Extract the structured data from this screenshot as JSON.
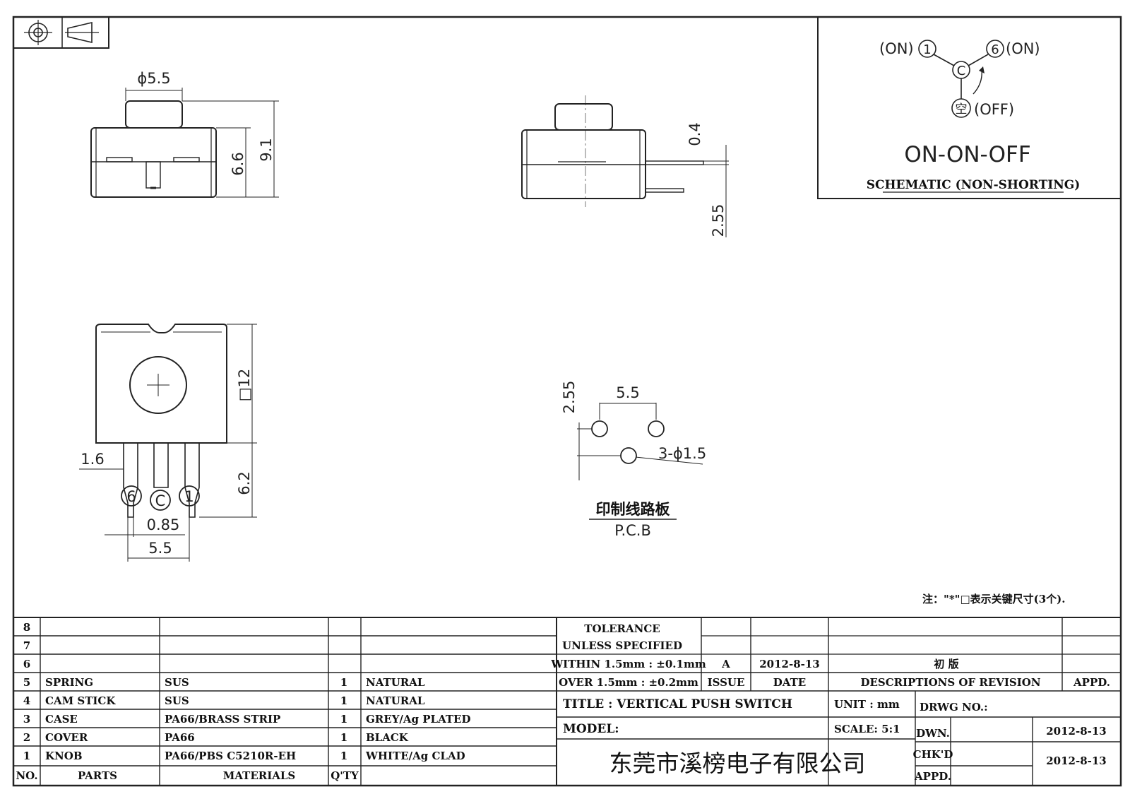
{
  "schematic": {
    "label_on_1": "(ON)",
    "pin_1": "1",
    "pin_6": "6",
    "label_on_6": "(ON)",
    "pin_c": "C",
    "pin_empty": "空",
    "label_off": "(OFF)",
    "mode": "ON-ON-OFF",
    "caption": "SCHEMATIC (NON-SHORTING)"
  },
  "dimensions": {
    "knob_dia": "ϕ5.5",
    "height_total": "9.1",
    "height_body": "6.6",
    "pin_offset": "0.4",
    "pin_height": "2.55",
    "body_square": "□12",
    "pin_len": "6.2",
    "pin_side": "1.6",
    "pin_width": "0.85",
    "pin_pitch": "5.5",
    "pcb_pitch": "5.5",
    "pcb_offset": "2.55",
    "pcb_holes": "3-ϕ1.5"
  },
  "pin_labels": {
    "p6": "6",
    "pc": "C",
    "p1": "1"
  },
  "pcb": {
    "cn": "印制线路板",
    "en": "P.C.B"
  },
  "note": "注：\"*\"□表示关键尺寸(3个).",
  "bom": {
    "rows": [
      {
        "no": "8",
        "part": "",
        "material": "",
        "qty": "",
        "finish": ""
      },
      {
        "no": "7",
        "part": "",
        "material": "",
        "qty": "",
        "finish": ""
      },
      {
        "no": "6",
        "part": "",
        "material": "",
        "qty": "",
        "finish": ""
      },
      {
        "no": "5",
        "part": "SPRING",
        "material": "SUS",
        "qty": "1",
        "finish": "NATURAL"
      },
      {
        "no": "4",
        "part": "CAM STICK",
        "material": "SUS",
        "qty": "1",
        "finish": "NATURAL"
      },
      {
        "no": "3",
        "part": "CASE",
        "material": "PA66/BRASS STRIP",
        "qty": "1",
        "finish": "GREY/Ag PLATED"
      },
      {
        "no": "2",
        "part": "COVER",
        "material": "PA66",
        "qty": "1",
        "finish": "BLACK"
      },
      {
        "no": "1",
        "part": "KNOB",
        "material": "PA66/PBS C5210R-EH",
        "qty": "1",
        "finish": "WHITE/Ag CLAD"
      }
    ],
    "headers": {
      "no": "NO.",
      "parts": "PARTS",
      "materials": "MATERIALS",
      "qty": "Q'TY"
    }
  },
  "tolerance": {
    "line1": "TOLERANCE",
    "line2": "UNLESS  SPECIFIED",
    "line3": "WITHIN 1.5mm : ±0.1mm",
    "line4": "OVER 1.5mm : ±0.2mm"
  },
  "revision": {
    "issue": "A",
    "date": "2012-8-13",
    "description": "初  版",
    "h_issue": "ISSUE",
    "h_date": "DATE",
    "h_desc": "DESCRIPTIONS OF REVISION",
    "h_appd": "APPD."
  },
  "title_block": {
    "title": "TITLE :  VERTICAL PUSH SWITCH",
    "model": "MODEL:",
    "unit": "UNIT :  mm",
    "scale": "SCALE:  5:1",
    "drwg_no": "DRWG NO.:",
    "dwn": "DWN.",
    "dwn_date": "2012-8-13",
    "chkd": "CHK'D",
    "chkd_date": "2012-8-13",
    "appd": "APPD.",
    "company": "东莞市溪榜电子有限公司"
  }
}
